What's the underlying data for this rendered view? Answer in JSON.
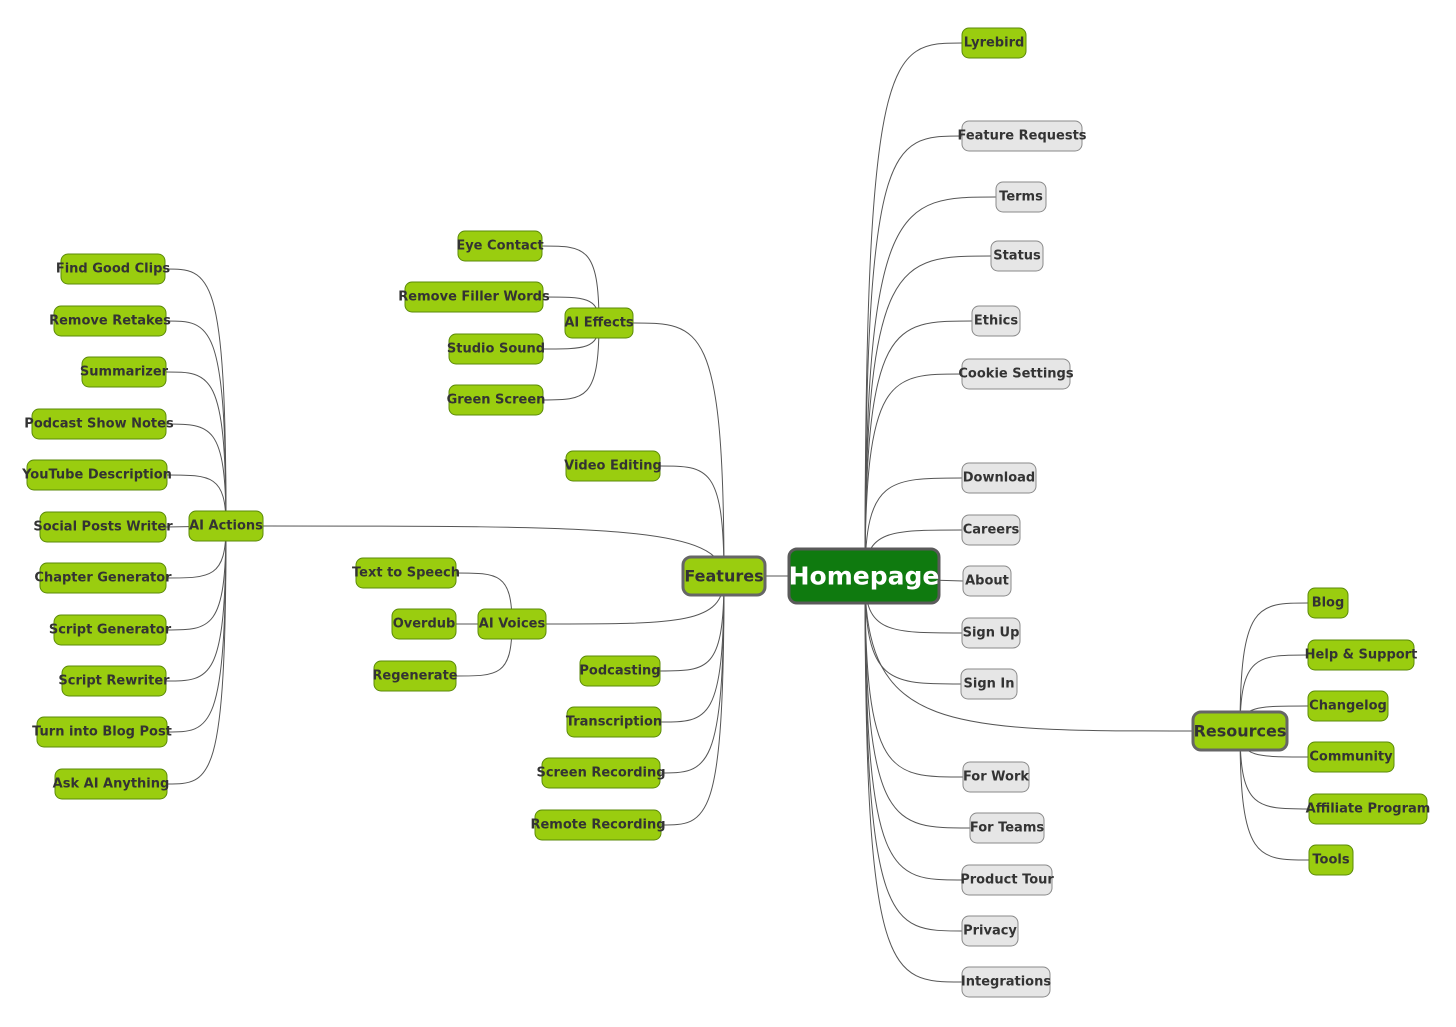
{
  "colors": {
    "green_node": "#9acd0f",
    "green_node_border": "#5b8a08",
    "root_fill": "#0f7a0f",
    "root_border": "#5a5a5a",
    "gray_node": "#e6e6e6",
    "gray_node_border": "#8a8a8a",
    "node_text": "#333333",
    "root_text": "#ffffff",
    "edge": "#555555"
  },
  "mindmap": {
    "root": "Homepage",
    "nodes": [
      {
        "id": "features",
        "label": "Features",
        "parent": "root",
        "style": "main"
      },
      {
        "id": "resources",
        "label": "Resources",
        "parent": "root",
        "style": "main"
      },
      {
        "id": "ai-effects",
        "label": "AI Effects",
        "parent": "features",
        "style": "green"
      },
      {
        "id": "video-editing",
        "label": "Video Editing",
        "parent": "features",
        "style": "green"
      },
      {
        "id": "ai-actions",
        "label": "AI Actions",
        "parent": "features",
        "style": "green"
      },
      {
        "id": "ai-voices",
        "label": "AI Voices",
        "parent": "features",
        "style": "green"
      },
      {
        "id": "podcasting",
        "label": "Podcasting",
        "parent": "features",
        "style": "green"
      },
      {
        "id": "transcription",
        "label": "Transcription",
        "parent": "features",
        "style": "green"
      },
      {
        "id": "screen-recording",
        "label": "Screen Recording",
        "parent": "features",
        "style": "green"
      },
      {
        "id": "remote-recording",
        "label": "Remote Recording",
        "parent": "features",
        "style": "green"
      },
      {
        "id": "eye-contact",
        "label": "Eye Contact",
        "parent": "ai-effects",
        "style": "green"
      },
      {
        "id": "remove-filler-words",
        "label": "Remove Filler Words",
        "parent": "ai-effects",
        "style": "green"
      },
      {
        "id": "studio-sound",
        "label": "Studio Sound",
        "parent": "ai-effects",
        "style": "green"
      },
      {
        "id": "green-screen",
        "label": "Green Screen",
        "parent": "ai-effects",
        "style": "green"
      },
      {
        "id": "text-to-speech",
        "label": "Text to Speech",
        "parent": "ai-voices",
        "style": "green"
      },
      {
        "id": "overdub",
        "label": "Overdub",
        "parent": "ai-voices",
        "style": "green"
      },
      {
        "id": "regenerate",
        "label": "Regenerate",
        "parent": "ai-voices",
        "style": "green"
      },
      {
        "id": "find-good-clips",
        "label": "Find Good Clips",
        "parent": "ai-actions",
        "style": "green"
      },
      {
        "id": "remove-retakes",
        "label": "Remove Retakes",
        "parent": "ai-actions",
        "style": "green"
      },
      {
        "id": "summarizer",
        "label": "Summarizer",
        "parent": "ai-actions",
        "style": "green"
      },
      {
        "id": "podcast-show-notes",
        "label": "Podcast Show Notes",
        "parent": "ai-actions",
        "style": "green"
      },
      {
        "id": "youtube-description",
        "label": "YouTube Description",
        "parent": "ai-actions",
        "style": "green"
      },
      {
        "id": "social-posts-writer",
        "label": "Social Posts Writer",
        "parent": "ai-actions",
        "style": "green"
      },
      {
        "id": "chapter-generator",
        "label": "Chapter Generator",
        "parent": "ai-actions",
        "style": "green"
      },
      {
        "id": "script-generator",
        "label": "Script Generator",
        "parent": "ai-actions",
        "style": "green"
      },
      {
        "id": "script-rewriter",
        "label": "Script Rewriter",
        "parent": "ai-actions",
        "style": "green"
      },
      {
        "id": "turn-into-blog-post",
        "label": "Turn into Blog Post",
        "parent": "ai-actions",
        "style": "green"
      },
      {
        "id": "ask-ai-anything",
        "label": "Ask AI Anything",
        "parent": "ai-actions",
        "style": "green"
      },
      {
        "id": "lyrebird",
        "label": "Lyrebird",
        "parent": "root",
        "style": "green"
      },
      {
        "id": "feature-requests",
        "label": "Feature Requests",
        "parent": "root",
        "style": "gray"
      },
      {
        "id": "terms",
        "label": "Terms",
        "parent": "root",
        "style": "gray"
      },
      {
        "id": "status",
        "label": "Status",
        "parent": "root",
        "style": "gray"
      },
      {
        "id": "ethics",
        "label": "Ethics",
        "parent": "root",
        "style": "gray"
      },
      {
        "id": "cookie-settings",
        "label": "Cookie Settings",
        "parent": "root",
        "style": "gray"
      },
      {
        "id": "download",
        "label": "Download",
        "parent": "root",
        "style": "gray"
      },
      {
        "id": "careers",
        "label": "Careers",
        "parent": "root",
        "style": "gray"
      },
      {
        "id": "about",
        "label": "About",
        "parent": "root",
        "style": "gray"
      },
      {
        "id": "sign-up",
        "label": "Sign Up",
        "parent": "root",
        "style": "gray"
      },
      {
        "id": "sign-in",
        "label": "Sign In",
        "parent": "root",
        "style": "gray"
      },
      {
        "id": "for-work",
        "label": "For Work",
        "parent": "root",
        "style": "gray"
      },
      {
        "id": "for-teams",
        "label": "For Teams",
        "parent": "root",
        "style": "gray"
      },
      {
        "id": "product-tour",
        "label": "Product Tour",
        "parent": "root",
        "style": "gray"
      },
      {
        "id": "privacy",
        "label": "Privacy",
        "parent": "root",
        "style": "gray"
      },
      {
        "id": "integrations",
        "label": "Integrations",
        "parent": "root",
        "style": "gray"
      },
      {
        "id": "blog",
        "label": "Blog",
        "parent": "resources",
        "style": "green"
      },
      {
        "id": "help-support",
        "label": "Help & Support",
        "parent": "resources",
        "style": "green"
      },
      {
        "id": "changelog",
        "label": "Changelog",
        "parent": "resources",
        "style": "green"
      },
      {
        "id": "community",
        "label": "Community",
        "parent": "resources",
        "style": "green"
      },
      {
        "id": "affiliate-program",
        "label": "Affiliate Program",
        "parent": "resources",
        "style": "green"
      },
      {
        "id": "tools",
        "label": "Tools",
        "parent": "resources",
        "style": "green"
      }
    ]
  }
}
